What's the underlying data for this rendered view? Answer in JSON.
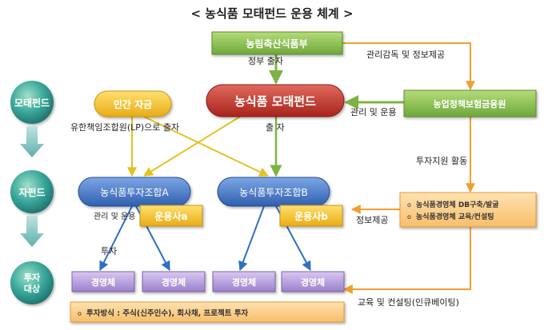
{
  "title": "< 농식품 모태펀드 운용 체계 >",
  "stages": {
    "mother": "모태펀드",
    "child": "자펀드",
    "target_line1": "투자",
    "target_line2": "대상"
  },
  "nodes": {
    "ministry": "농림축산식품부",
    "private_funds": "민간 자금",
    "mother_fund": "농식품 모태펀드",
    "agency": "농업정책보험금융원",
    "union_a": "농식품투자조합A",
    "union_b": "농식품투자조합B",
    "manager_a": "운용사a",
    "manager_b": "운용사b",
    "business": "경영체",
    "support_item1": "농식품경영체 DB구축/발굴",
    "support_item2": "농식품경영체 교육/컨설팅",
    "invest_method": "투자방식 : 주식(신주인수), 회사채, 프로젝트 투자"
  },
  "labels": {
    "supervision": "관리감독 및 정보제공",
    "gov_invest": "정부 출자",
    "manage_operate": "관리 및 운용",
    "llc_invest": "유한책임조합원(LP)으로 출자",
    "invest": "출 자",
    "support_activity": "투자지원 활동",
    "manage_operate2": "관리 및 운용",
    "info_provide": "정보제공",
    "investment": "투자",
    "education": "교육 및 컨설팅(인큐베이팅)"
  },
  "colors": {
    "green": "#8cc152",
    "red": "#c9302c",
    "yellow": "#f2c230",
    "blue": "#4a78c4",
    "orange": "#f5b54a",
    "purple": "#b59cd9",
    "stage_teal": "#3a9e9a"
  }
}
